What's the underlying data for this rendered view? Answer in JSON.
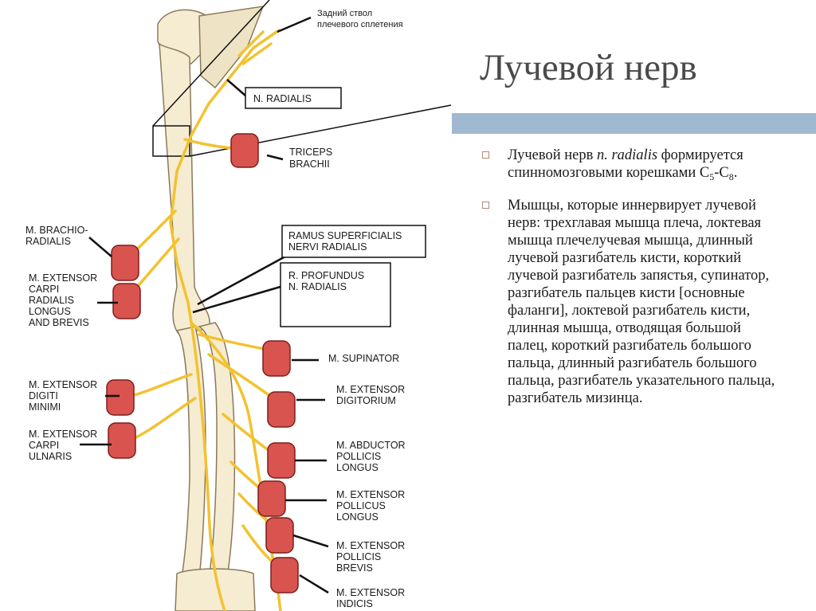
{
  "slide": {
    "title": "Лучевой нерв",
    "accent_bar_color": "#9fb9d1"
  },
  "bullets": [
    {
      "lead": "Лучевой нерв ",
      "italic": "n. radialis",
      "mid": " формируется спинномозговыми корешками С",
      "sub1": "5",
      "dash": "-С",
      "sub2": "8",
      "end": "."
    },
    {
      "text": "Мышцы, которые иннервирует лучевой нерв: трехглавая мышца плеча, локтевая мышца плечелучевая мышца, длинный лучевой разгибатель кисти, короткий лучевой разгибатель запястья, супинатор, разгибатель пальцев кисти [основные фаланги], локтевой разгибатель кисти, длинная мышца, отводящая большой палец, короткий разгибатель большого пальца, длинный разгибатель большого пальца, разгибатель указательного пальца, разгибатель мизинца."
    }
  ],
  "diagram": {
    "colors": {
      "bone": "#f6ecd2",
      "nerve": "#f2c230",
      "muscle": "#d9534f",
      "line": "#111111"
    },
    "labels": {
      "plexus_1": "Задний ствол",
      "plexus_2": "плечевого сплетения",
      "n_radialis": "N. RADIALIS",
      "triceps_1": "TRICEPS",
      "triceps_2": "BRACHII",
      "brachio_1": "M. BRACHIO-",
      "brachio_2": "RADIALIS",
      "ecr_1": "M. EXTENSOR",
      "ecr_2": "CARPI",
      "ecr_3": "RADIALIS",
      "ecr_4": "LONGUS",
      "ecr_5": "AND BREVIS",
      "edm_1": "M. EXTENSOR",
      "edm_2": "DIGITI",
      "edm_3": "MINIMI",
      "ecu_1": "M. EXTENSOR",
      "ecu_2": "CARPI",
      "ecu_3": "ULNARIS",
      "ramus_sup_1": "RAMUS SUPERFICIALIS",
      "ramus_sup_2": "NERVI RADIALIS",
      "ramus_prof_1": "R. PROFUNDUS",
      "ramus_prof_2": "N. RADIALIS",
      "supinator": "M. SUPINATOR",
      "ed_1": "M. EXTENSOR",
      "ed_2": "DIGITORIUM",
      "apl_1": "M. ABDUCTOR",
      "apl_2": "POLLICIS",
      "apl_3": "LONGUS",
      "epl_1": "M. EXTENSOR",
      "epl_2": "POLLICUS",
      "epl_3": "LONGUS",
      "epb_1": "M. EXTENSOR",
      "epb_2": "POLLICIS",
      "epb_3": "BREVIS",
      "ei_1": "M. EXTENSOR",
      "ei_2": "INDICIS"
    }
  }
}
